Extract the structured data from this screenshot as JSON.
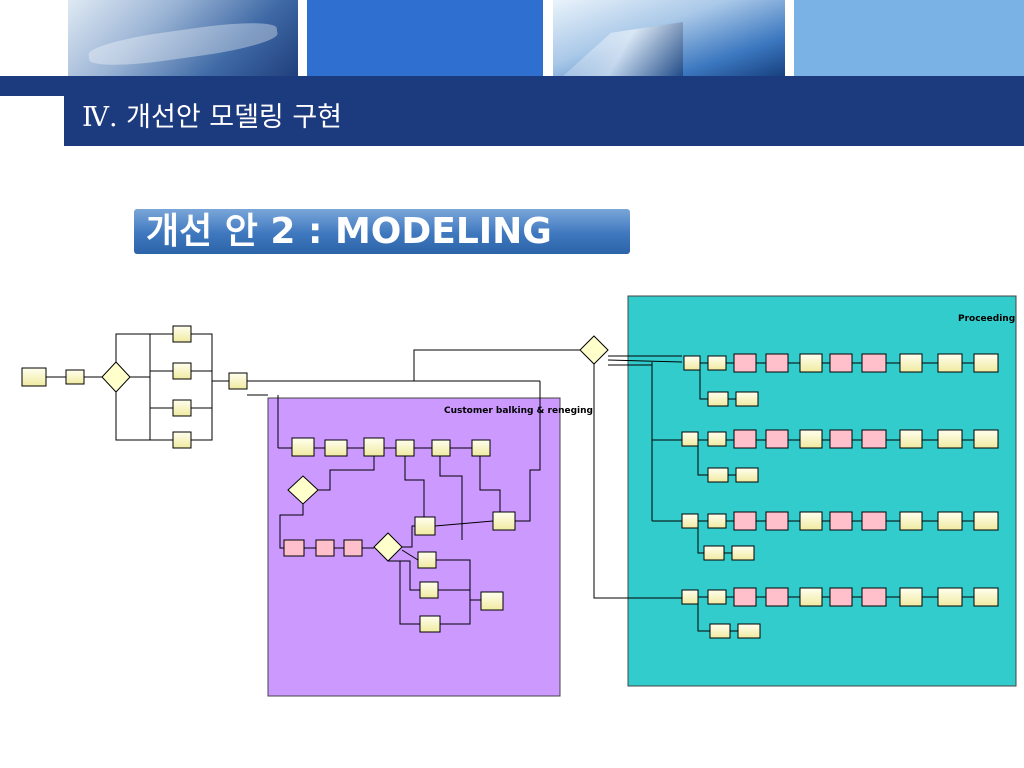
{
  "slide": {
    "title": "Ⅳ. 개선안 모델링 구현",
    "subtitle": "개선 안 2 : MODELING"
  },
  "header_images": [
    {
      "name": "keyboard-photo"
    },
    {
      "name": "blue-panel"
    },
    {
      "name": "building-photo"
    },
    {
      "name": "light-blue-panel"
    }
  ],
  "diagram": {
    "balking_region_label": "Customer balking & reneging",
    "proceeding_region_label": "Proceeding",
    "colors": {
      "balking_bg": "#cc99ff",
      "proceeding_bg": "#33cccc",
      "module_fill": "#ffffcc",
      "pink_module": "#ffc0cb",
      "title_bar": "#1c3a7e",
      "subtitle_bg": "#3f78bf"
    }
  }
}
